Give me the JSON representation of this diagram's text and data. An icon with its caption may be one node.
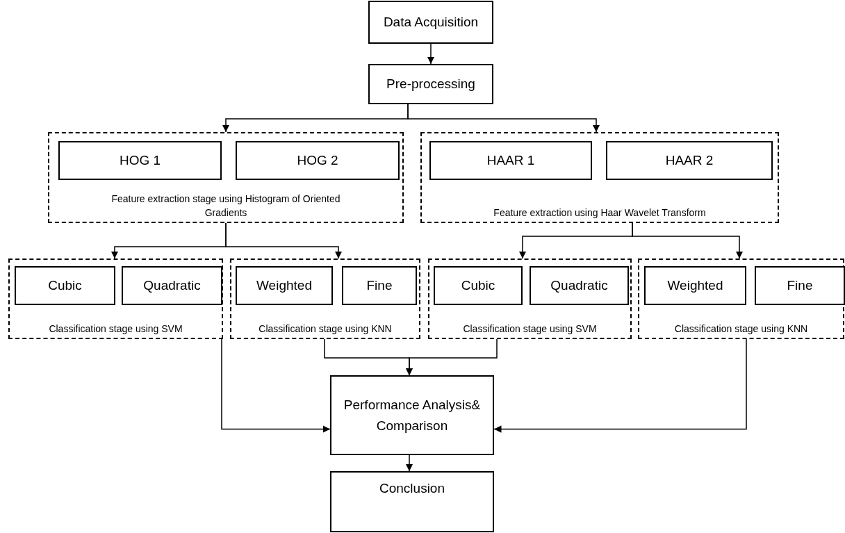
{
  "diagram": {
    "nodes": [
      {
        "text": [
          "Data Acquisition"
        ]
      },
      {
        "text": [
          "Pre-processing"
        ]
      },
      {
        "text": [
          "Feature extraction stage using Histogram of Oriented Gradients"
        ]
      },
      {
        "text": [
          "HOG 1"
        ],
        "in": 2
      },
      {
        "text": [
          "HOG 2"
        ],
        "in": 2
      },
      {
        "text": [
          "Feature extraction using Haar Wavelet Transform"
        ]
      },
      {
        "text": [
          "HAAR 1"
        ],
        "in": 5
      },
      {
        "text": [
          "HAAR 2"
        ],
        "in": 5
      },
      {
        "text": [
          "Classification stage using SVM"
        ]
      },
      {
        "text": [
          "Cubic"
        ],
        "in": 8
      },
      {
        "text": [
          "Quadratic"
        ],
        "in": 8
      },
      {
        "text": [
          "Classification stage using KNN"
        ]
      },
      {
        "text": [
          "Weighted"
        ],
        "in": 11
      },
      {
        "text": [
          "Fine"
        ],
        "in": 11
      },
      {
        "text": [
          "Classification stage using SVM"
        ]
      },
      {
        "text": [
          "Cubic"
        ],
        "in": 14
      },
      {
        "text": [
          "Quadratic"
        ],
        "in": 14
      },
      {
        "text": [
          "Classification stage using KNN"
        ]
      },
      {
        "text": [
          "Weighted"
        ],
        "in": 17
      },
      {
        "text": [
          "Fine"
        ],
        "in": 17
      },
      {
        "text": [
          "Performance Analysis& Comparison"
        ]
      },
      {
        "text": [
          "Conclusion"
        ]
      }
    ],
    "edges": [
      {
        "from": 0,
        "to": 1,
        "arrow": "to"
      },
      {
        "from": 1,
        "to": 2,
        "arrow": "to"
      },
      {
        "from": 1,
        "to": 5,
        "arrow": "to"
      },
      {
        "from": 2,
        "to": 8,
        "arrow": "to"
      },
      {
        "from": 2,
        "to": 11,
        "arrow": "to"
      },
      {
        "from": 5,
        "to": 14,
        "arrow": "to"
      },
      {
        "from": 5,
        "to": 17,
        "arrow": "to"
      },
      {
        "from": 8,
        "to": 20,
        "arrow": "to"
      },
      {
        "from": 11,
        "to": 20,
        "arrow": "to"
      },
      {
        "from": 14,
        "to": 20,
        "arrow": "to"
      },
      {
        "from": 17,
        "to": 20,
        "arrow": "to"
      },
      {
        "from": 20,
        "to": 21,
        "arrow": "to"
      }
    ]
  }
}
